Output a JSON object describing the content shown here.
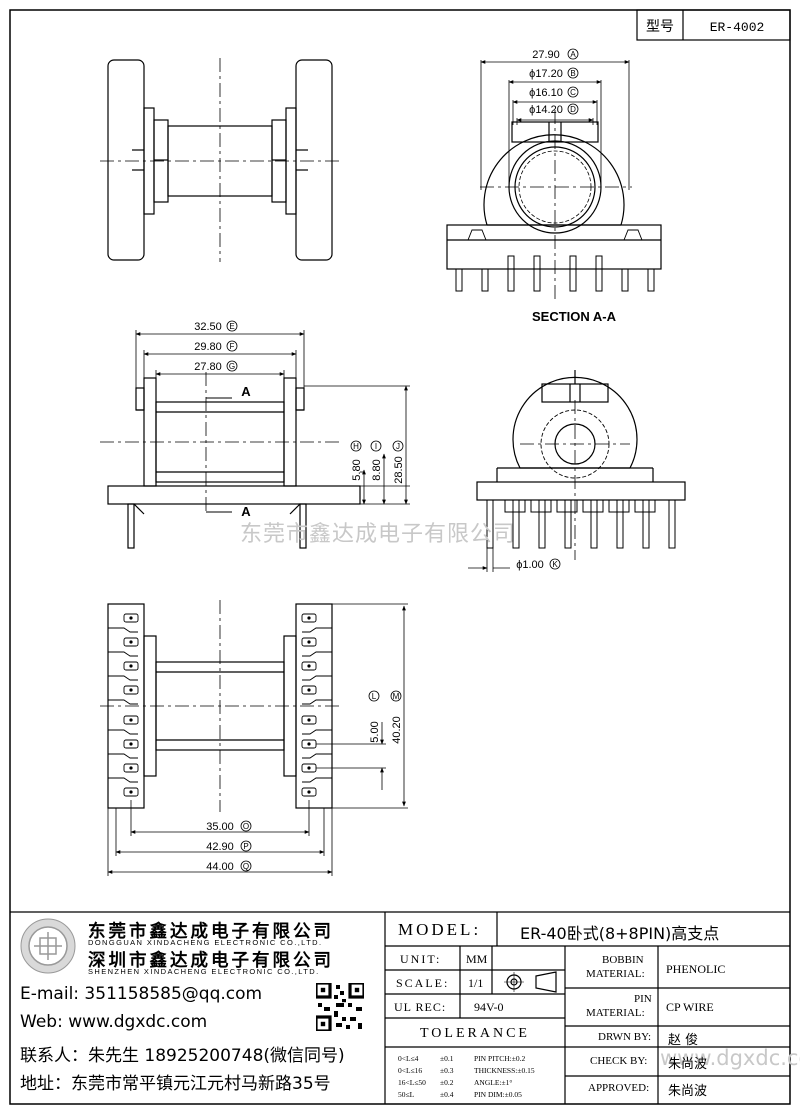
{
  "title_block_top": {
    "type_label": "型号",
    "type_value": "ER-4002"
  },
  "dims": {
    "A": "27.90",
    "B": "ϕ17.20",
    "C": "ϕ16.10",
    "D": "ϕ14.20",
    "E": "32.50",
    "F": "29.80",
    "G": "27.80",
    "H": "5.80",
    "I": "8.80",
    "J": "28.50",
    "K": "ϕ1.00",
    "L": "5.00",
    "M": "40.20",
    "O": "35.00",
    "P": "42.90",
    "Q": "44.00"
  },
  "dim_letters": {
    "A": "A",
    "B": "B",
    "C": "C",
    "D": "D",
    "E": "E",
    "F": "F",
    "G": "G",
    "H": "H",
    "I": "I",
    "J": "J",
    "K": "K",
    "L": "L",
    "M": "M",
    "O": "O",
    "P": "P",
    "Q": "Q"
  },
  "section_label": "SECTION A-A",
  "section_marker": "A",
  "watermark": "东莞市鑫达成电子有限公司",
  "watermark_url": "www.dgxdc.com",
  "company": {
    "name1": "东莞市鑫达成电子有限公司",
    "name1_en": "DONGGUAN XINDACHENG ELECTRONIC CO.,LTD.",
    "name2": "深圳市鑫达成电子有限公司",
    "name2_en": "SHENZHEN XINDACHENG ELECTRONIC CO.,LTD.",
    "email": "E-mail: 351158585@qq.com",
    "web": "Web: www.dgxdc.com",
    "contact": "联系人：朱先生 18925200748(微信同号)",
    "address": "地址：东莞市常平镇元江元村马新路35号"
  },
  "title_block": {
    "model_label": "MODEL:",
    "model_value": "ER-40卧式(8+8PIN)高支点",
    "unit_label": "UNIT:",
    "unit_value": "MM",
    "scale_label": "SCALE:",
    "scale_value": "1/1",
    "ulrec_label": "UL REC:",
    "ulrec_value": "94V-0",
    "bobbin_label_1": "BOBBIN",
    "bobbin_label_2": "MATERIAL:",
    "bobbin_value": "PHENOLIC",
    "pin_label_1": "PIN",
    "pin_label_2": "MATERIAL:",
    "pin_value": "CP WIRE",
    "drawn_label": "DRWN BY:",
    "drawn_value": "赵  俊",
    "check_label": "CHECK BY:",
    "check_value": "朱尚波",
    "approved_label": "APPROVED:",
    "approved_value": "朱尚波",
    "tolerance_label": "TOLERANCE",
    "tol": [
      {
        "range": "0<L≤4",
        "value": "±0.1",
        "item": "PIN PITCH:±0.2"
      },
      {
        "range": "0<L≤16",
        "value": "±0.3",
        "item": "THICKNESS:±0.15"
      },
      {
        "range": "16<L≤50",
        "value": "±0.2",
        "item": "ANGLE:±1°"
      },
      {
        "range": "50≤L",
        "value": "±0.4",
        "item": "PIN DIM:±0.05"
      }
    ]
  }
}
